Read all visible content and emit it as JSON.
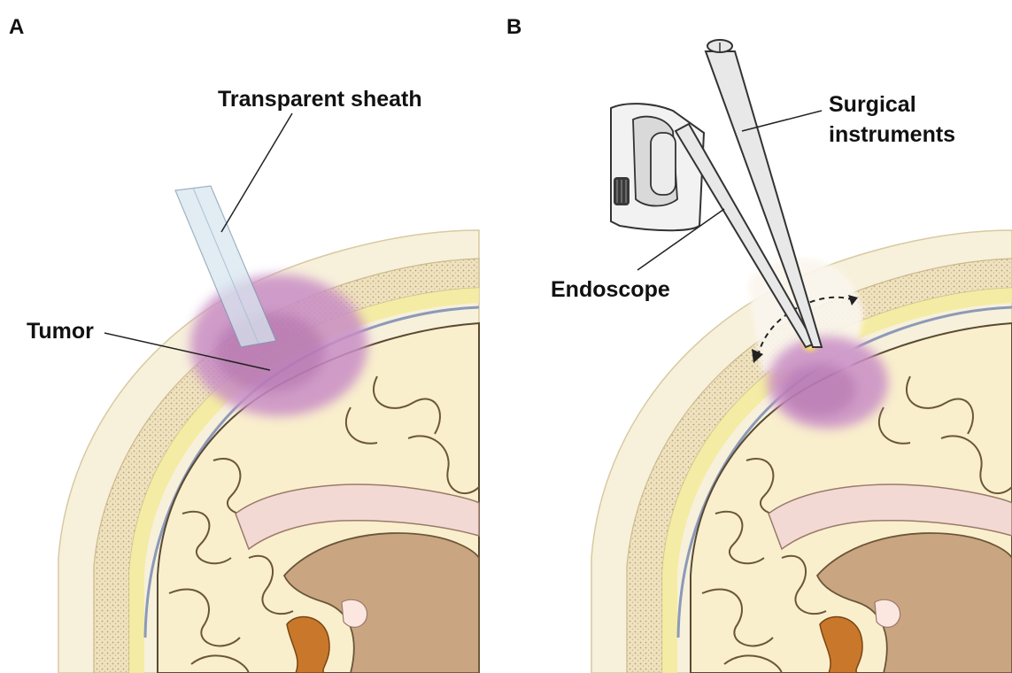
{
  "panels": [
    {
      "id": "A",
      "label": "A"
    },
    {
      "id": "B",
      "label": "B"
    }
  ],
  "labels": {
    "transparent_sheath": "Transparent sheath",
    "tumor": "Tumor",
    "surgical_instruments_line1": "Surgical",
    "surgical_instruments_line2": "instruments",
    "endoscope": "Endoscope"
  },
  "colors": {
    "skin": "#f6efd8",
    "skull": "#f1e6c4",
    "brain": "#f9eec9",
    "brain_outline": "#5a4a32",
    "dura_line": "#8c9ab8",
    "tumor": "#c98ec6",
    "tumor_dark": "#a965a6",
    "ventricle_pink": "#f3d9d4",
    "brainstem": "#c9a581",
    "ventricle_orange": "#c9782b",
    "sheath": "#d7e6ef",
    "instrument": "#e8e8e8",
    "light_spot": "#ffe657"
  }
}
